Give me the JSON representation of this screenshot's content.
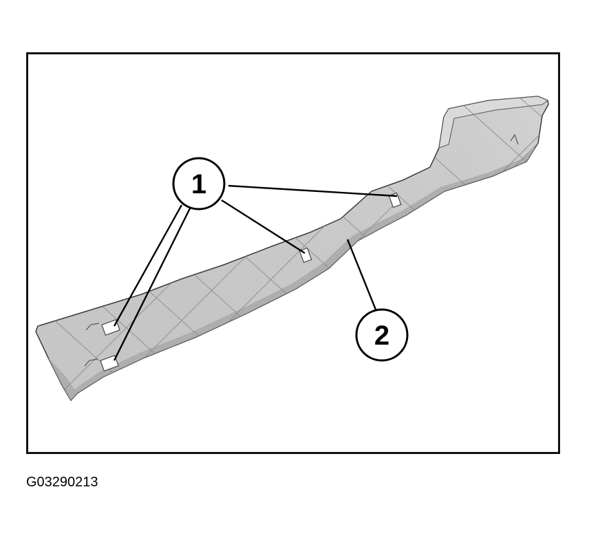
{
  "figure": {
    "id_label": "G03290213",
    "callouts": [
      {
        "number": "1"
      },
      {
        "number": "2"
      }
    ]
  },
  "colors": {
    "panel_fill": "#c9c9c9",
    "panel_shadow": "#a6a6a6",
    "line": "#111111",
    "background": "#ffffff"
  }
}
